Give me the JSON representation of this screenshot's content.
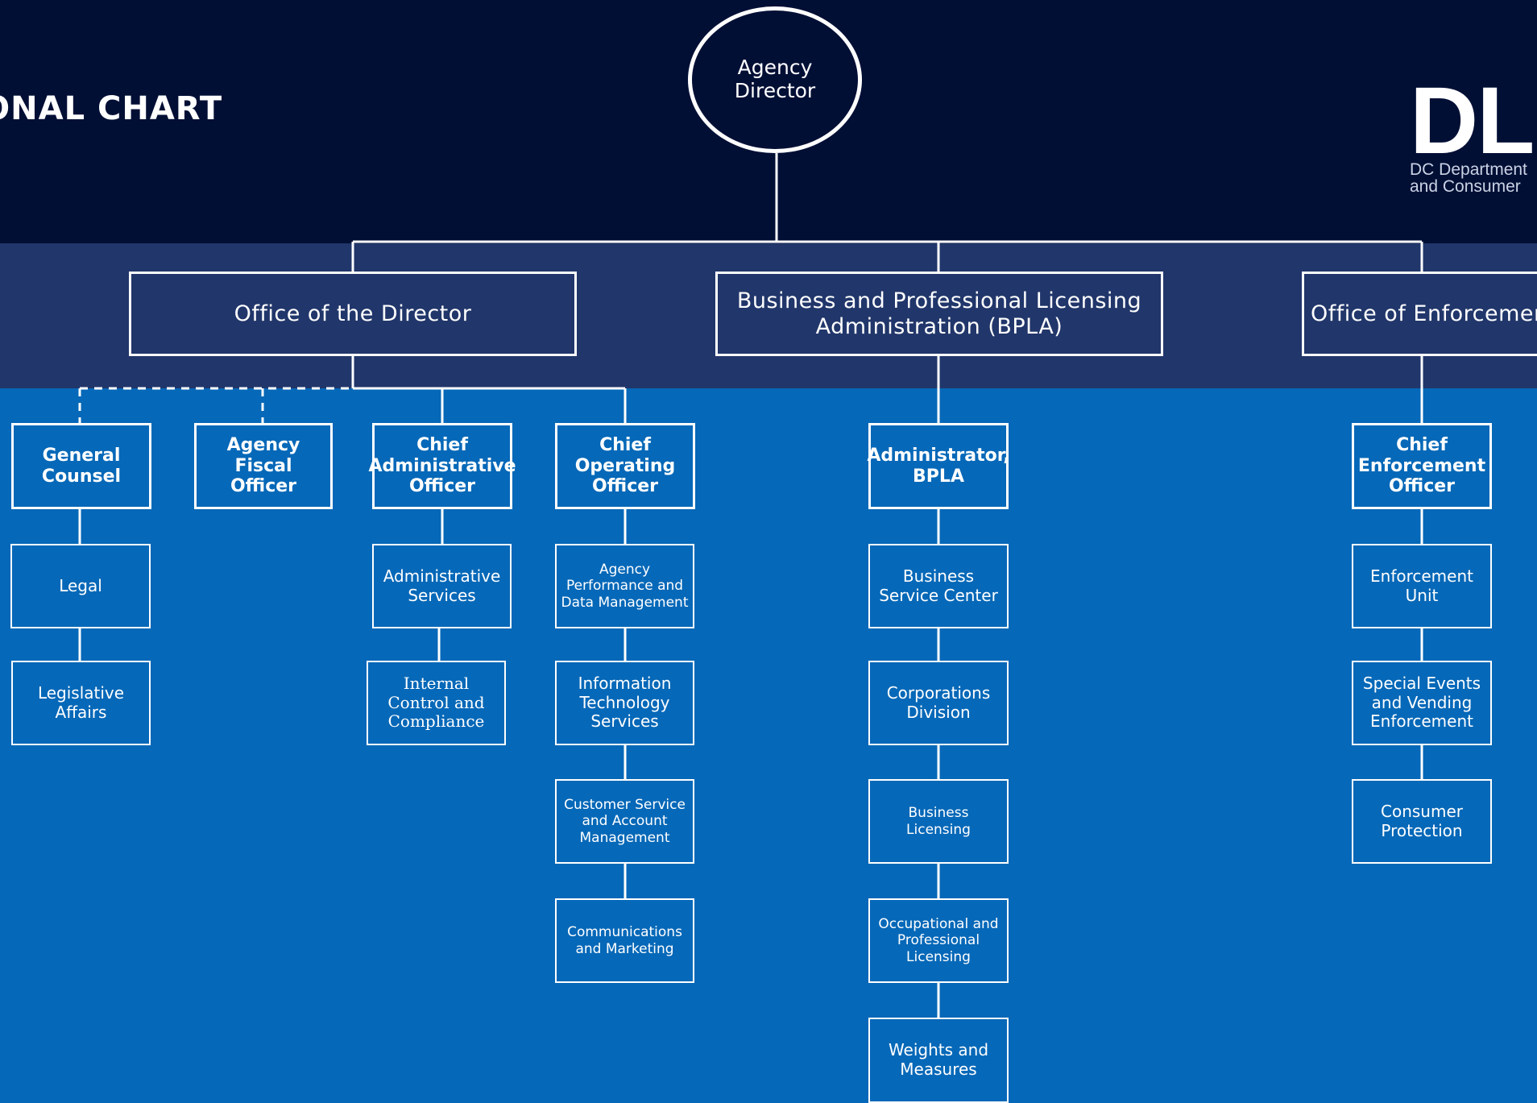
{
  "title": "TIONAL CHART",
  "logo": {
    "mark": "DL",
    "subtitle_line1": "DC Department",
    "subtitle_line2": "and Consumer"
  },
  "top": {
    "agency_director": "Agency Director"
  },
  "offices": {
    "director": "Office of the Director",
    "bpla": "Business and Professional Licensing Administration (BPLA)",
    "enforcement": "Office of Enforcement"
  },
  "roles": {
    "general_counsel": "General Counsel",
    "fiscal_officer": "Agency Fiscal Officer",
    "chief_admin_officer": "Chief Administrative Officer",
    "chief_operating_officer": "Chief Operating Officer",
    "administrator_bpla": "Administrator, BPLA",
    "chief_enforcement_officer": "Chief Enforcement Officer"
  },
  "units": {
    "legal": "Legal",
    "legislative_affairs": "Legislative Affairs",
    "administrative_services": "Administrative Services",
    "internal_control": "Internal Control and Compliance",
    "performance_data": "Agency Performance and Data Management",
    "it_services": "Information Technology Services",
    "customer_service": "Customer Service and Account Management",
    "communications": "Communications and Marketing",
    "business_service_center": "Business Service Center",
    "corporations_division": "Corporations Division",
    "business_licensing": "Business Licensing",
    "occupational_licensing": "Occupational and Professional Licensing",
    "weights_measures": "Weights and Measures",
    "enforcement_unit": "Enforcement Unit",
    "special_events": "Special Events and Vending Enforcement",
    "consumer_protection": "Consumer Protection"
  },
  "colors": {
    "top_band": "#020f35",
    "mid_band": "#21366a",
    "bottom_band": "#0668b8",
    "line": "#ffffff"
  }
}
